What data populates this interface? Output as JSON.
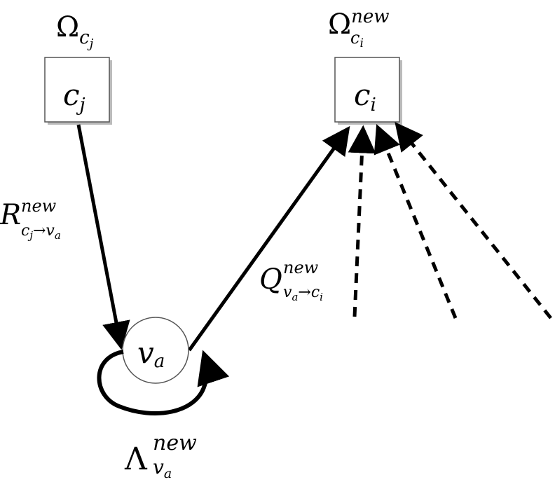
{
  "check_nodes": [
    {
      "id": "cj",
      "symbol": "c",
      "subscript": "j",
      "set_symbol": "Ω",
      "set_subscript": "c",
      "set_subscript_sub": "j",
      "set_superscript": ""
    },
    {
      "id": "ci",
      "symbol": "c",
      "subscript": "i",
      "set_symbol": "Ω",
      "set_subscript": "c",
      "set_subscript_sub": "i",
      "set_superscript": "new"
    }
  ],
  "variable_node": {
    "symbol": "v",
    "subscript": "a"
  },
  "messages": {
    "r": {
      "symbol": "R",
      "superscript": "new",
      "subscript": "c",
      "subscript_sub": "j",
      "arrow": "→",
      "target": "v",
      "target_sub": "a"
    },
    "q": {
      "symbol": "Q",
      "superscript": "new",
      "subscript": "v",
      "subscript_sub": "a",
      "arrow": "→",
      "target": "c",
      "target_sub": "i"
    },
    "lambda": {
      "symbol": "Λ",
      "superscript": "new",
      "subscript": "v",
      "subscript_sub": "a"
    }
  },
  "colors": {
    "line": "#000000",
    "node_fill": "#ffffff",
    "node_stroke": "#555555",
    "shadow": "#bbbbbb"
  }
}
